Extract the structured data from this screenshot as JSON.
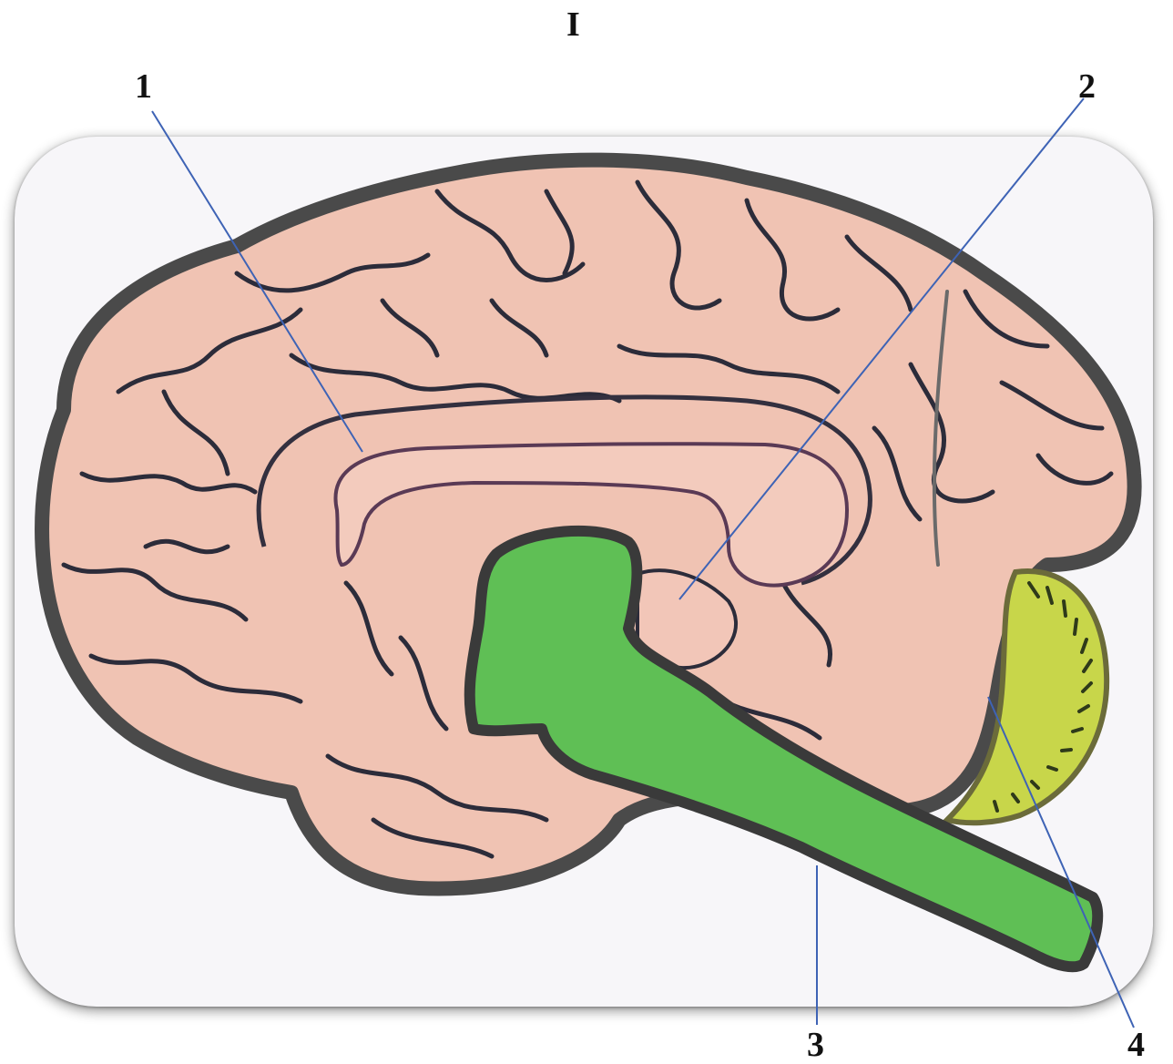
{
  "figure": {
    "title": "I",
    "labels": [
      {
        "id": "label-1",
        "text": "1"
      },
      {
        "id": "label-2",
        "text": "2"
      },
      {
        "id": "label-3",
        "text": "3"
      },
      {
        "id": "label-4",
        "text": "4"
      }
    ]
  },
  "colors": {
    "cerebrum": "#f0c3b3",
    "cerebrum_stroke": "#4a4a4a",
    "sulcus": "#2c2c3a",
    "brainstem": "#5fbf55",
    "cerebellum": "#c8d64a",
    "leader": "#3e63b5",
    "card": "#f7f6f9"
  }
}
